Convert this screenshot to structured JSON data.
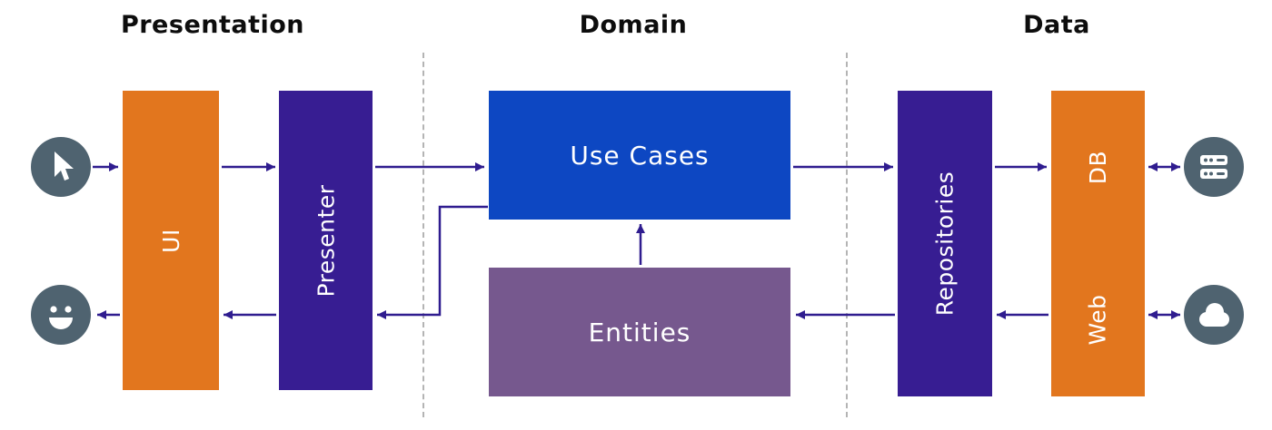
{
  "sections": {
    "presentation": {
      "label": "Presentation"
    },
    "domain": {
      "label": "Domain"
    },
    "data": {
      "label": "Data"
    }
  },
  "nodes": {
    "ui": {
      "label": "UI"
    },
    "presenter": {
      "label": "Presenter"
    },
    "use_cases": {
      "label": "Use Cases"
    },
    "entities": {
      "label": "Entities"
    },
    "repositories": {
      "label": "Repositories"
    },
    "db": {
      "label": "DB"
    },
    "web": {
      "label": "Web"
    }
  },
  "icons": {
    "left_top": "cursor-icon",
    "left_bottom": "smiley-face-icon",
    "right_top": "database-server-icon",
    "right_bottom": "cloud-icon"
  },
  "colors": {
    "orange": "#E2761E",
    "indigo": "#371D92",
    "blue": "#0D47C2",
    "purple": "#76588E",
    "slate": "#4F6370",
    "arrow": "#2F1C8F"
  }
}
